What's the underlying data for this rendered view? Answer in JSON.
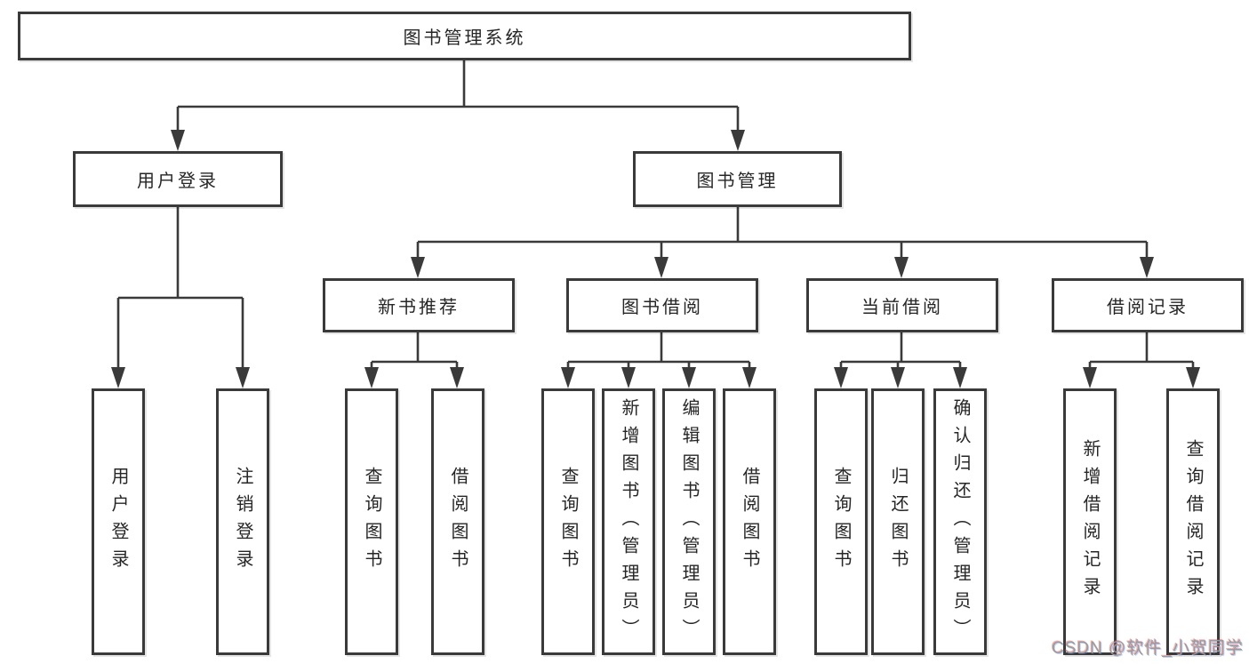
{
  "tree": {
    "root": "图书管理系统",
    "level2": {
      "user_login": "用户登录",
      "book_mgmt": "图书管理"
    },
    "level3": {
      "new_book": "新书推荐",
      "book_borrow": "图书借阅",
      "current_borrow": "当前借阅",
      "borrow_record": "借阅记录"
    },
    "leaves": {
      "user_login": "用户登录",
      "logout": "注销登录",
      "nb_query": "查询图书",
      "nb_borrow": "借阅图书",
      "bb_query": "查询图书",
      "bb_add": "新增图书（管理员）",
      "bb_edit": "编辑图书（管理员）",
      "bb_borrow": "借阅图书",
      "cb_query": "查询图书",
      "cb_return": "归还图书",
      "cb_confirm": "确认归还（管理员）",
      "br_add": "新增借阅记录",
      "br_query": "查询借阅记录"
    }
  },
  "colors": {
    "line": "#3a3a3a",
    "text": "#262626",
    "watermark": "#9b9b9b"
  },
  "watermark": "CSDN @软件_小贺同学"
}
